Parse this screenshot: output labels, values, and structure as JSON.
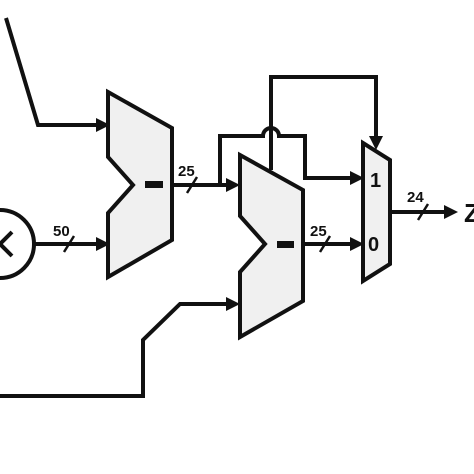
{
  "diagram": {
    "bus_widths": {
      "multiplier_to_adder": "50",
      "adder1_out": "25",
      "adder2_out": "25",
      "mux_out": "24"
    },
    "mux_ports": {
      "top": "1",
      "bottom": "0"
    },
    "partial_output_label": "Z",
    "multiplier_symbol": "×",
    "colors": {
      "stroke": "#111111",
      "unit_fill": "#f0f0f0",
      "background": "#ffffff"
    },
    "icons": [
      "multiplier-circle-icon",
      "subtract-bar-icon",
      "arrowhead-icon"
    ]
  }
}
